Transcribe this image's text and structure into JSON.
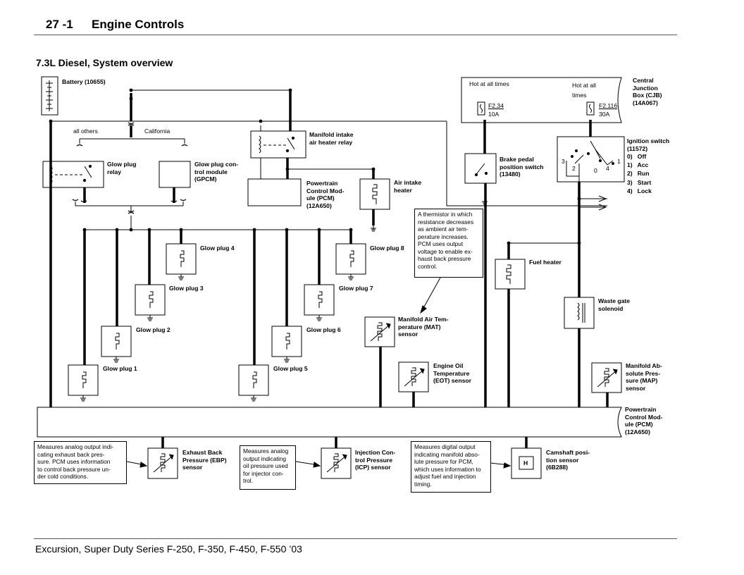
{
  "header": {
    "page_number": "27 -1",
    "title": "Engine Controls"
  },
  "section_title": "7.3L Diesel, System overview",
  "footer": "Excursion, Super Duty Series F-250, F-350, F-450, F-550 ’03",
  "components": {
    "battery": "Battery (10655)",
    "all_others": "all others",
    "california": "California",
    "glow_plug_relay": "Glow plug\nrelay",
    "gpcm": "Glow plug con-\ntrol module\n(GPCM)",
    "intake_heater_relay": "Manifold intake\nair heater relay",
    "pcm_top": "Powertrain\nControl Mod-\nule (PCM)\n(12A650)",
    "air_intake_heater": "Air intake\nheater",
    "glow_plugs": [
      "Glow plug 1",
      "Glow plug 2",
      "Glow plug 3",
      "Glow plug 4",
      "Glow plug 5",
      "Glow plug 6",
      "Glow plug 7",
      "Glow plug 8"
    ],
    "hot_at_all_times_1": "Hot at all times",
    "hot_at_all_times_2": "Hot at all\ntimes",
    "fuse_1": {
      "id": "F2.34",
      "rating": "10A"
    },
    "fuse_2": {
      "id": "F2.116",
      "rating": "30A"
    },
    "cjb": "Central\nJunction\nBox (CJB)\n(14A067)",
    "brake_pedal_switch": "Brake pedal\nposition switch\n(13480)",
    "ignition_switch": "Ignition switch\n(11572)",
    "ignition_positions": [
      "0)   Off",
      "1)   Acc",
      "2)   Run",
      "3)   Start",
      "4)   Lock"
    ],
    "ignition_terminals": [
      "3",
      "2",
      "0",
      "4",
      "1"
    ],
    "fuel_heater": "Fuel heater",
    "waste_gate": "Waste gate\nsolenoid",
    "mat_sensor": "Manifold Air Tem-\nperature (MAT)\nsensor",
    "eot_sensor": "Engine Oil\nTemperature\n(EOT) sensor",
    "map_sensor": "Manifold Ab-\nsolute Pres-\nsure (MAP)\nsensor",
    "pcm_bottom": "Powertrain\nControl Mod-\nule (PCM)\n(12A650)",
    "ebp_sensor": "Exhaust Back\nPressure (EBP)\nsensor",
    "icp_sensor": "Injection Con-\ntrol Pressure\n(ICP) sensor",
    "cmp_sensor": "Camshaft posi-\ntion sensor\n(6B288)",
    "cmp_symbol": "H"
  },
  "notes": {
    "thermistor": "A thermistor in which\nresistance decreases\nas ambient air tem-\nperature increases.\nPCM uses output\nvoltage to enable ex-\nhaust back pressure\ncontrol.",
    "ebp": "Measures analog output indi-\ncating exhaust back pres-\nsure. PCM uses information\nto control back pressure un-\nder cold conditions.",
    "icp": "Measures analog\noutput indicating\noil pressure used\nfor injector con-\ntrol.",
    "map": "Measures digital output\nindicating manifold abso-\nlute pressure for PCM,\nwhich uses information to\nadjust fuel and injection\ntiming."
  }
}
